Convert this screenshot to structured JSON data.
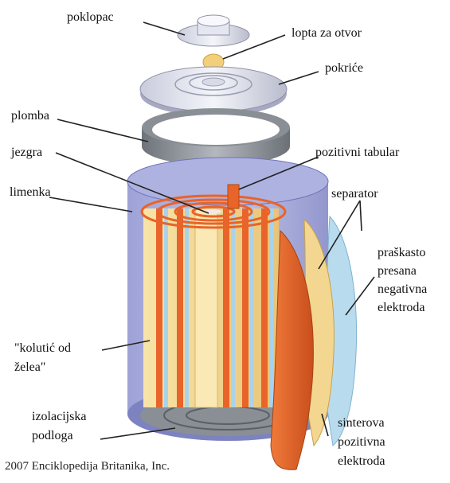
{
  "labels": {
    "poklopac": "poklopac",
    "lopta": "lopta za otvor",
    "pokrice": "pokriće",
    "plomba": "plomba",
    "jezgra": "jezgra",
    "limenka": "limenka",
    "pozitivni_tabular": "pozitivni tabular",
    "separator": "separator",
    "negativna_1": "praškasto",
    "negativna_2": "presana",
    "negativna_3": "negativna",
    "negativna_4": "elektroda",
    "kolutic_1": "\"kolutić od",
    "kolutic_2": "želea\"",
    "izolacijska_1": "izolacijska",
    "izolacijska_2": "podloga",
    "sinterova_1": "sinterova",
    "sinterova_2": "pozitivna",
    "sinterova_3": "elektroda"
  },
  "credit": "2007 Enciklopedija Britanika, Inc.",
  "colors": {
    "can": "#9aa0d8",
    "cap": "#e4e6f0",
    "seal": "#8a8f96",
    "positive": "#e8642a",
    "negative": "#f3d690",
    "separator": "#b9dbee",
    "ball": "#f2cf7a"
  }
}
